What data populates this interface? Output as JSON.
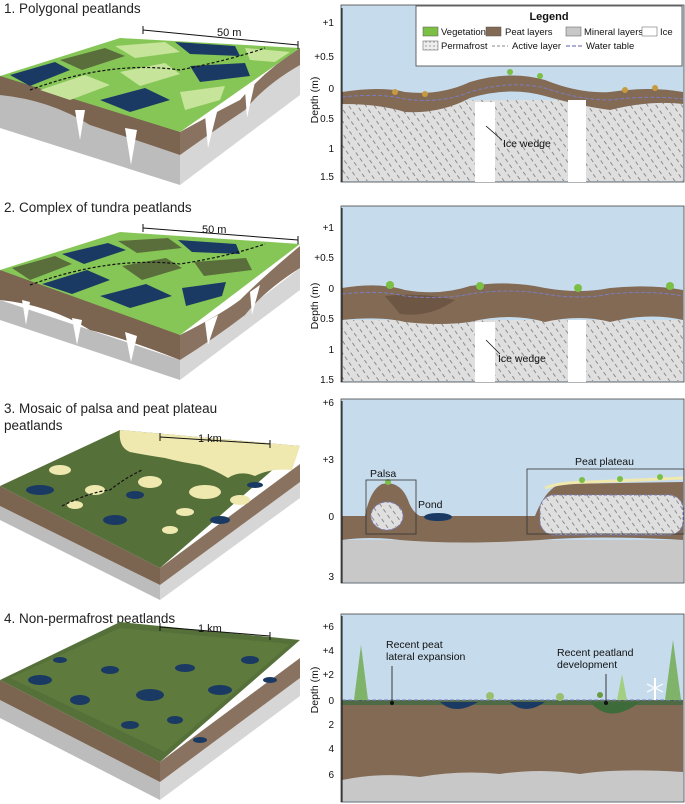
{
  "panels": [
    {
      "title": "1. Polygonal peatlands",
      "scale": "50 m",
      "ticks": [
        "+1",
        "+0.5",
        "0",
        "0.5",
        "1",
        "1.5"
      ],
      "annotations": [
        "Ice wedge"
      ]
    },
    {
      "title": "2. Complex of tundra peatlands",
      "scale": "50 m",
      "ticks": [
        "+1",
        "+0.5",
        "0",
        "0.5",
        "1",
        "1.5"
      ],
      "annotations": [
        "Ice wedge"
      ]
    },
    {
      "title": "3. Mosaic of palsa and peat plateau peatlands",
      "title_line1": "3. Mosaic of palsa and peat plateau",
      "title_line2": "peatlands",
      "scale": "1 km",
      "ticks": [
        "+6",
        "+3",
        "0",
        "3"
      ],
      "annotations": [
        "Palsa",
        "Pond",
        "Peat plateau"
      ]
    },
    {
      "title": "4. Non-permafrost peatlands",
      "scale": "1 km",
      "ticks": [
        "+6",
        "+4",
        "+2",
        "0",
        "2",
        "4",
        "6"
      ],
      "annotations": [
        "Recent peat lateral expansion",
        "Recent peatland development"
      ],
      "ann1_line1": "Recent peat",
      "ann1_line2": "lateral expansion",
      "ann2_line1": "Recent peatland",
      "ann2_line2": "development"
    }
  ],
  "axis_label": "Depth (m)",
  "legend": {
    "title": "Legend",
    "items": [
      "Vegetation",
      "Peat layers",
      "Mineral layers",
      "Ice",
      "Permafrost",
      "Active layer",
      "Water table"
    ]
  },
  "colors": {
    "sky": "#c6dbec",
    "peat": "#826a54",
    "mineral": "#c8c8c8",
    "permafrost": "#dedede",
    "water": "#173a62",
    "vegetation": "#7cbf45",
    "plateau": "#efe9b0"
  }
}
